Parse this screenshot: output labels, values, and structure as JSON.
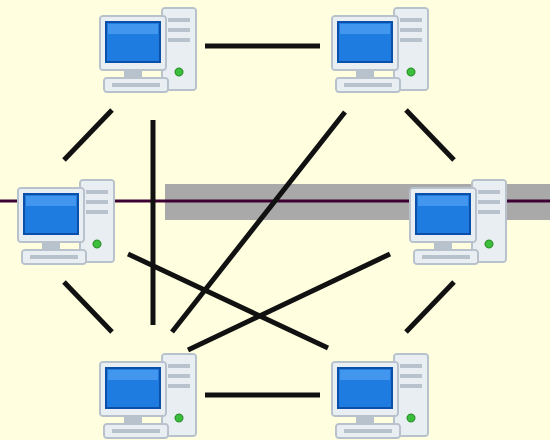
{
  "diagram": {
    "kind": "mesh-network-topology",
    "colors": {
      "background": "#ffffe0",
      "link": "#111111",
      "highlight_bar": "#a9a9a9",
      "divider_line": "#3d0033",
      "screen": "#1e7be0",
      "screen_dark": "#0c4fa8",
      "case": "#e9eef3",
      "case_shade": "#b8c2cc",
      "led": "#3bbf3b"
    },
    "nodes": [
      {
        "id": "pc-top-left",
        "icon": "desktop-computer-icon"
      },
      {
        "id": "pc-top-right",
        "icon": "desktop-computer-icon"
      },
      {
        "id": "pc-mid-left",
        "icon": "desktop-computer-icon"
      },
      {
        "id": "pc-mid-right",
        "icon": "desktop-computer-icon"
      },
      {
        "id": "pc-bottom-left",
        "icon": "desktop-computer-icon"
      },
      {
        "id": "pc-bottom-right",
        "icon": "desktop-computer-icon"
      }
    ],
    "links": [
      {
        "from": "pc-top-left",
        "to": "pc-top-right"
      },
      {
        "from": "pc-top-left",
        "to": "pc-mid-left"
      },
      {
        "from": "pc-top-left",
        "to": "pc-bottom-left"
      },
      {
        "from": "pc-top-right",
        "to": "pc-mid-right"
      },
      {
        "from": "pc-top-right",
        "to": "pc-bottom-left"
      },
      {
        "from": "pc-mid-left",
        "to": "pc-bottom-left"
      },
      {
        "from": "pc-mid-left",
        "to": "pc-bottom-right"
      },
      {
        "from": "pc-mid-right",
        "to": "pc-bottom-left"
      },
      {
        "from": "pc-mid-right",
        "to": "pc-bottom-right"
      },
      {
        "from": "pc-bottom-left",
        "to": "pc-bottom-right"
      }
    ]
  }
}
